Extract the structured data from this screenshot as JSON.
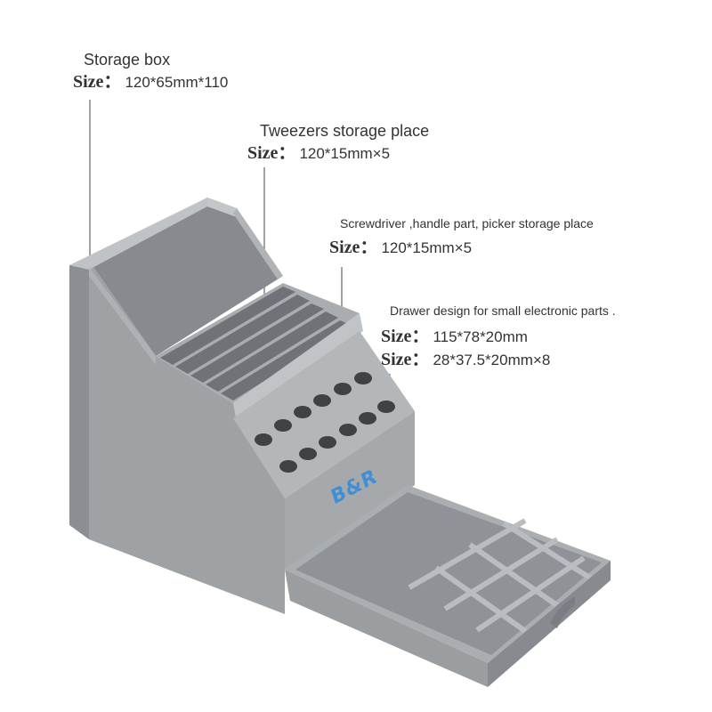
{
  "callouts": {
    "storage_box": {
      "title": "Storage box",
      "size_key": "Size：",
      "size_value": "120*65mm*110"
    },
    "tweezers": {
      "title": "Tweezers storage place",
      "size_key": "Size：",
      "size_value": "120*15mm×5"
    },
    "screwdriver": {
      "title": "Screwdriver ,handle part, picker storage place",
      "size_key": "Size：",
      "size_value": "120*15mm×5"
    },
    "drawer": {
      "title": "Drawer design for small electronic parts .",
      "size_key_1": "Size：",
      "size_value_1": "115*78*20mm",
      "size_key_2": "Size：",
      "size_value_2": "28*37.5*20mm×8"
    }
  },
  "brand_logo": "B&R",
  "colors": {
    "body_front": "#9ea2a5",
    "body_side": "#8b8f93",
    "body_top": "#b9bdc0",
    "inner": "#7c8084",
    "hole": "#3e4245",
    "logo": "#3f8fd6",
    "leader_line": "#666666"
  }
}
